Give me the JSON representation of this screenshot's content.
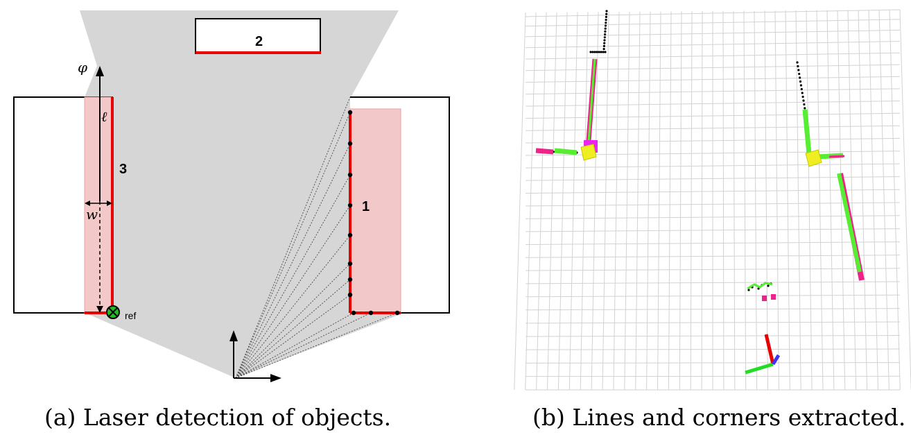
{
  "panel_a": {
    "caption": "(a) Laser detection of objects.",
    "object_labels": [
      "1",
      "2",
      "3"
    ],
    "ref_label": "ref",
    "phi_label": "φ",
    "length_label": "ℓ",
    "width_label": "w"
  },
  "panel_b": {
    "caption": "(b) Lines and corners extracted."
  },
  "colors": {
    "detected_line": "#e60000",
    "box_fill": "#f3c8c8",
    "laser_field": "#d6d6d6",
    "ref_marker": "#22bb22",
    "line_green": "#55ee33",
    "line_magenta": "#ee2288",
    "corner_yellow": "#eeee22",
    "axis_blue": "#4433ee"
  }
}
